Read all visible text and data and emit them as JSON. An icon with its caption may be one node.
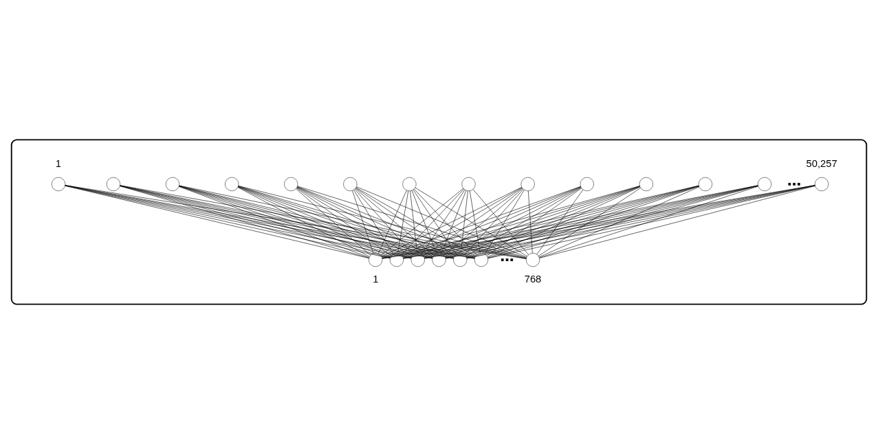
{
  "diagram": {
    "nodes": [
      {
        "text": [],
        "shape": "box"
      },
      {
        "text": [],
        "shape": "circle",
        "in": 0,
        "beside": [
          "1"
        ]
      },
      {
        "text": [],
        "shape": "circle",
        "in": 0
      },
      {
        "text": [],
        "shape": "circle",
        "in": 0
      },
      {
        "text": [],
        "shape": "circle",
        "in": 0
      },
      {
        "text": [],
        "shape": "circle",
        "in": 0
      },
      {
        "text": [],
        "shape": "circle",
        "in": 0
      },
      {
        "text": [],
        "shape": "circle",
        "in": 0
      },
      {
        "text": [],
        "shape": "circle",
        "in": 0
      },
      {
        "text": [],
        "shape": "circle",
        "in": 0
      },
      {
        "text": [],
        "shape": "circle",
        "in": 0
      },
      {
        "text": [],
        "shape": "circle",
        "in": 0
      },
      {
        "text": [],
        "shape": "circle",
        "in": 0
      },
      {
        "text": [],
        "shape": "circle",
        "in": 0
      },
      {
        "text": [],
        "shape": "circle",
        "in": 0,
        "beside": [
          "50,257"
        ]
      },
      {
        "text": [],
        "shape": "circle",
        "in": 0,
        "beside": [
          "1"
        ]
      },
      {
        "text": [],
        "shape": "circle",
        "in": 0
      },
      {
        "text": [],
        "shape": "circle",
        "in": 0
      },
      {
        "text": [],
        "shape": "circle",
        "in": 0
      },
      {
        "text": [],
        "shape": "circle",
        "in": 0
      },
      {
        "text": [],
        "shape": "circle",
        "in": 0
      },
      {
        "text": [],
        "shape": "circle",
        "in": 0,
        "beside": [
          "768"
        ]
      }
    ],
    "edges": [
      {
        "from": 1,
        "to": 15,
        "arrow": "none"
      },
      {
        "from": 1,
        "to": 16,
        "arrow": "none"
      },
      {
        "from": 1,
        "to": 17,
        "arrow": "none"
      },
      {
        "from": 1,
        "to": 18,
        "arrow": "none"
      },
      {
        "from": 1,
        "to": 19,
        "arrow": "none"
      },
      {
        "from": 1,
        "to": 20,
        "arrow": "none"
      },
      {
        "from": 1,
        "to": 21,
        "arrow": "none"
      },
      {
        "from": 2,
        "to": 15,
        "arrow": "none"
      },
      {
        "from": 2,
        "to": 16,
        "arrow": "none"
      },
      {
        "from": 2,
        "to": 17,
        "arrow": "none"
      },
      {
        "from": 2,
        "to": 18,
        "arrow": "none"
      },
      {
        "from": 2,
        "to": 19,
        "arrow": "none"
      },
      {
        "from": 2,
        "to": 20,
        "arrow": "none"
      },
      {
        "from": 2,
        "to": 21,
        "arrow": "none"
      },
      {
        "from": 3,
        "to": 15,
        "arrow": "none"
      },
      {
        "from": 3,
        "to": 16,
        "arrow": "none"
      },
      {
        "from": 3,
        "to": 17,
        "arrow": "none"
      },
      {
        "from": 3,
        "to": 18,
        "arrow": "none"
      },
      {
        "from": 3,
        "to": 19,
        "arrow": "none"
      },
      {
        "from": 3,
        "to": 20,
        "arrow": "none"
      },
      {
        "from": 3,
        "to": 21,
        "arrow": "none"
      },
      {
        "from": 4,
        "to": 15,
        "arrow": "none"
      },
      {
        "from": 4,
        "to": 16,
        "arrow": "none"
      },
      {
        "from": 4,
        "to": 17,
        "arrow": "none"
      },
      {
        "from": 4,
        "to": 18,
        "arrow": "none"
      },
      {
        "from": 4,
        "to": 19,
        "arrow": "none"
      },
      {
        "from": 4,
        "to": 20,
        "arrow": "none"
      },
      {
        "from": 4,
        "to": 21,
        "arrow": "none"
      },
      {
        "from": 5,
        "to": 15,
        "arrow": "none"
      },
      {
        "from": 5,
        "to": 16,
        "arrow": "none"
      },
      {
        "from": 5,
        "to": 17,
        "arrow": "none"
      },
      {
        "from": 5,
        "to": 18,
        "arrow": "none"
      },
      {
        "from": 5,
        "to": 19,
        "arrow": "none"
      },
      {
        "from": 5,
        "to": 20,
        "arrow": "none"
      },
      {
        "from": 5,
        "to": 21,
        "arrow": "none"
      },
      {
        "from": 6,
        "to": 15,
        "arrow": "none"
      },
      {
        "from": 6,
        "to": 16,
        "arrow": "none"
      },
      {
        "from": 6,
        "to": 17,
        "arrow": "none"
      },
      {
        "from": 6,
        "to": 18,
        "arrow": "none"
      },
      {
        "from": 6,
        "to": 19,
        "arrow": "none"
      },
      {
        "from": 6,
        "to": 20,
        "arrow": "none"
      },
      {
        "from": 6,
        "to": 21,
        "arrow": "none"
      },
      {
        "from": 7,
        "to": 15,
        "arrow": "none"
      },
      {
        "from": 7,
        "to": 16,
        "arrow": "none"
      },
      {
        "from": 7,
        "to": 17,
        "arrow": "none"
      },
      {
        "from": 7,
        "to": 18,
        "arrow": "none"
      },
      {
        "from": 7,
        "to": 19,
        "arrow": "none"
      },
      {
        "from": 7,
        "to": 20,
        "arrow": "none"
      },
      {
        "from": 7,
        "to": 21,
        "arrow": "none"
      },
      {
        "from": 8,
        "to": 15,
        "arrow": "none"
      },
      {
        "from": 8,
        "to": 16,
        "arrow": "none"
      },
      {
        "from": 8,
        "to": 17,
        "arrow": "none"
      },
      {
        "from": 8,
        "to": 18,
        "arrow": "none"
      },
      {
        "from": 8,
        "to": 19,
        "arrow": "none"
      },
      {
        "from": 8,
        "to": 20,
        "arrow": "none"
      },
      {
        "from": 8,
        "to": 21,
        "arrow": "none"
      },
      {
        "from": 9,
        "to": 15,
        "arrow": "none"
      },
      {
        "from": 9,
        "to": 16,
        "arrow": "none"
      },
      {
        "from": 9,
        "to": 17,
        "arrow": "none"
      },
      {
        "from": 9,
        "to": 18,
        "arrow": "none"
      },
      {
        "from": 9,
        "to": 19,
        "arrow": "none"
      },
      {
        "from": 9,
        "to": 20,
        "arrow": "none"
      },
      {
        "from": 9,
        "to": 21,
        "arrow": "none"
      },
      {
        "from": 10,
        "to": 15,
        "arrow": "none"
      },
      {
        "from": 10,
        "to": 16,
        "arrow": "none"
      },
      {
        "from": 10,
        "to": 17,
        "arrow": "none"
      },
      {
        "from": 10,
        "to": 18,
        "arrow": "none"
      },
      {
        "from": 10,
        "to": 19,
        "arrow": "none"
      },
      {
        "from": 10,
        "to": 20,
        "arrow": "none"
      },
      {
        "from": 10,
        "to": 21,
        "arrow": "none"
      },
      {
        "from": 11,
        "to": 15,
        "arrow": "none"
      },
      {
        "from": 11,
        "to": 16,
        "arrow": "none"
      },
      {
        "from": 11,
        "to": 17,
        "arrow": "none"
      },
      {
        "from": 11,
        "to": 18,
        "arrow": "none"
      },
      {
        "from": 11,
        "to": 19,
        "arrow": "none"
      },
      {
        "from": 11,
        "to": 20,
        "arrow": "none"
      },
      {
        "from": 11,
        "to": 21,
        "arrow": "none"
      },
      {
        "from": 12,
        "to": 15,
        "arrow": "none"
      },
      {
        "from": 12,
        "to": 16,
        "arrow": "none"
      },
      {
        "from": 12,
        "to": 17,
        "arrow": "none"
      },
      {
        "from": 12,
        "to": 18,
        "arrow": "none"
      },
      {
        "from": 12,
        "to": 19,
        "arrow": "none"
      },
      {
        "from": 12,
        "to": 20,
        "arrow": "none"
      },
      {
        "from": 12,
        "to": 21,
        "arrow": "none"
      },
      {
        "from": 13,
        "to": 15,
        "arrow": "none"
      },
      {
        "from": 13,
        "to": 16,
        "arrow": "none"
      },
      {
        "from": 13,
        "to": 17,
        "arrow": "none"
      },
      {
        "from": 13,
        "to": 18,
        "arrow": "none"
      },
      {
        "from": 13,
        "to": 19,
        "arrow": "none"
      },
      {
        "from": 13,
        "to": 20,
        "arrow": "none"
      },
      {
        "from": 13,
        "to": 21,
        "arrow": "none"
      },
      {
        "from": 14,
        "to": 15,
        "arrow": "none"
      },
      {
        "from": 14,
        "to": 16,
        "arrow": "none"
      },
      {
        "from": 14,
        "to": 17,
        "arrow": "none"
      },
      {
        "from": 14,
        "to": 18,
        "arrow": "none"
      },
      {
        "from": 14,
        "to": 19,
        "arrow": "none"
      },
      {
        "from": 14,
        "to": 20,
        "arrow": "none"
      },
      {
        "from": 14,
        "to": 21,
        "arrow": "none"
      }
    ]
  }
}
